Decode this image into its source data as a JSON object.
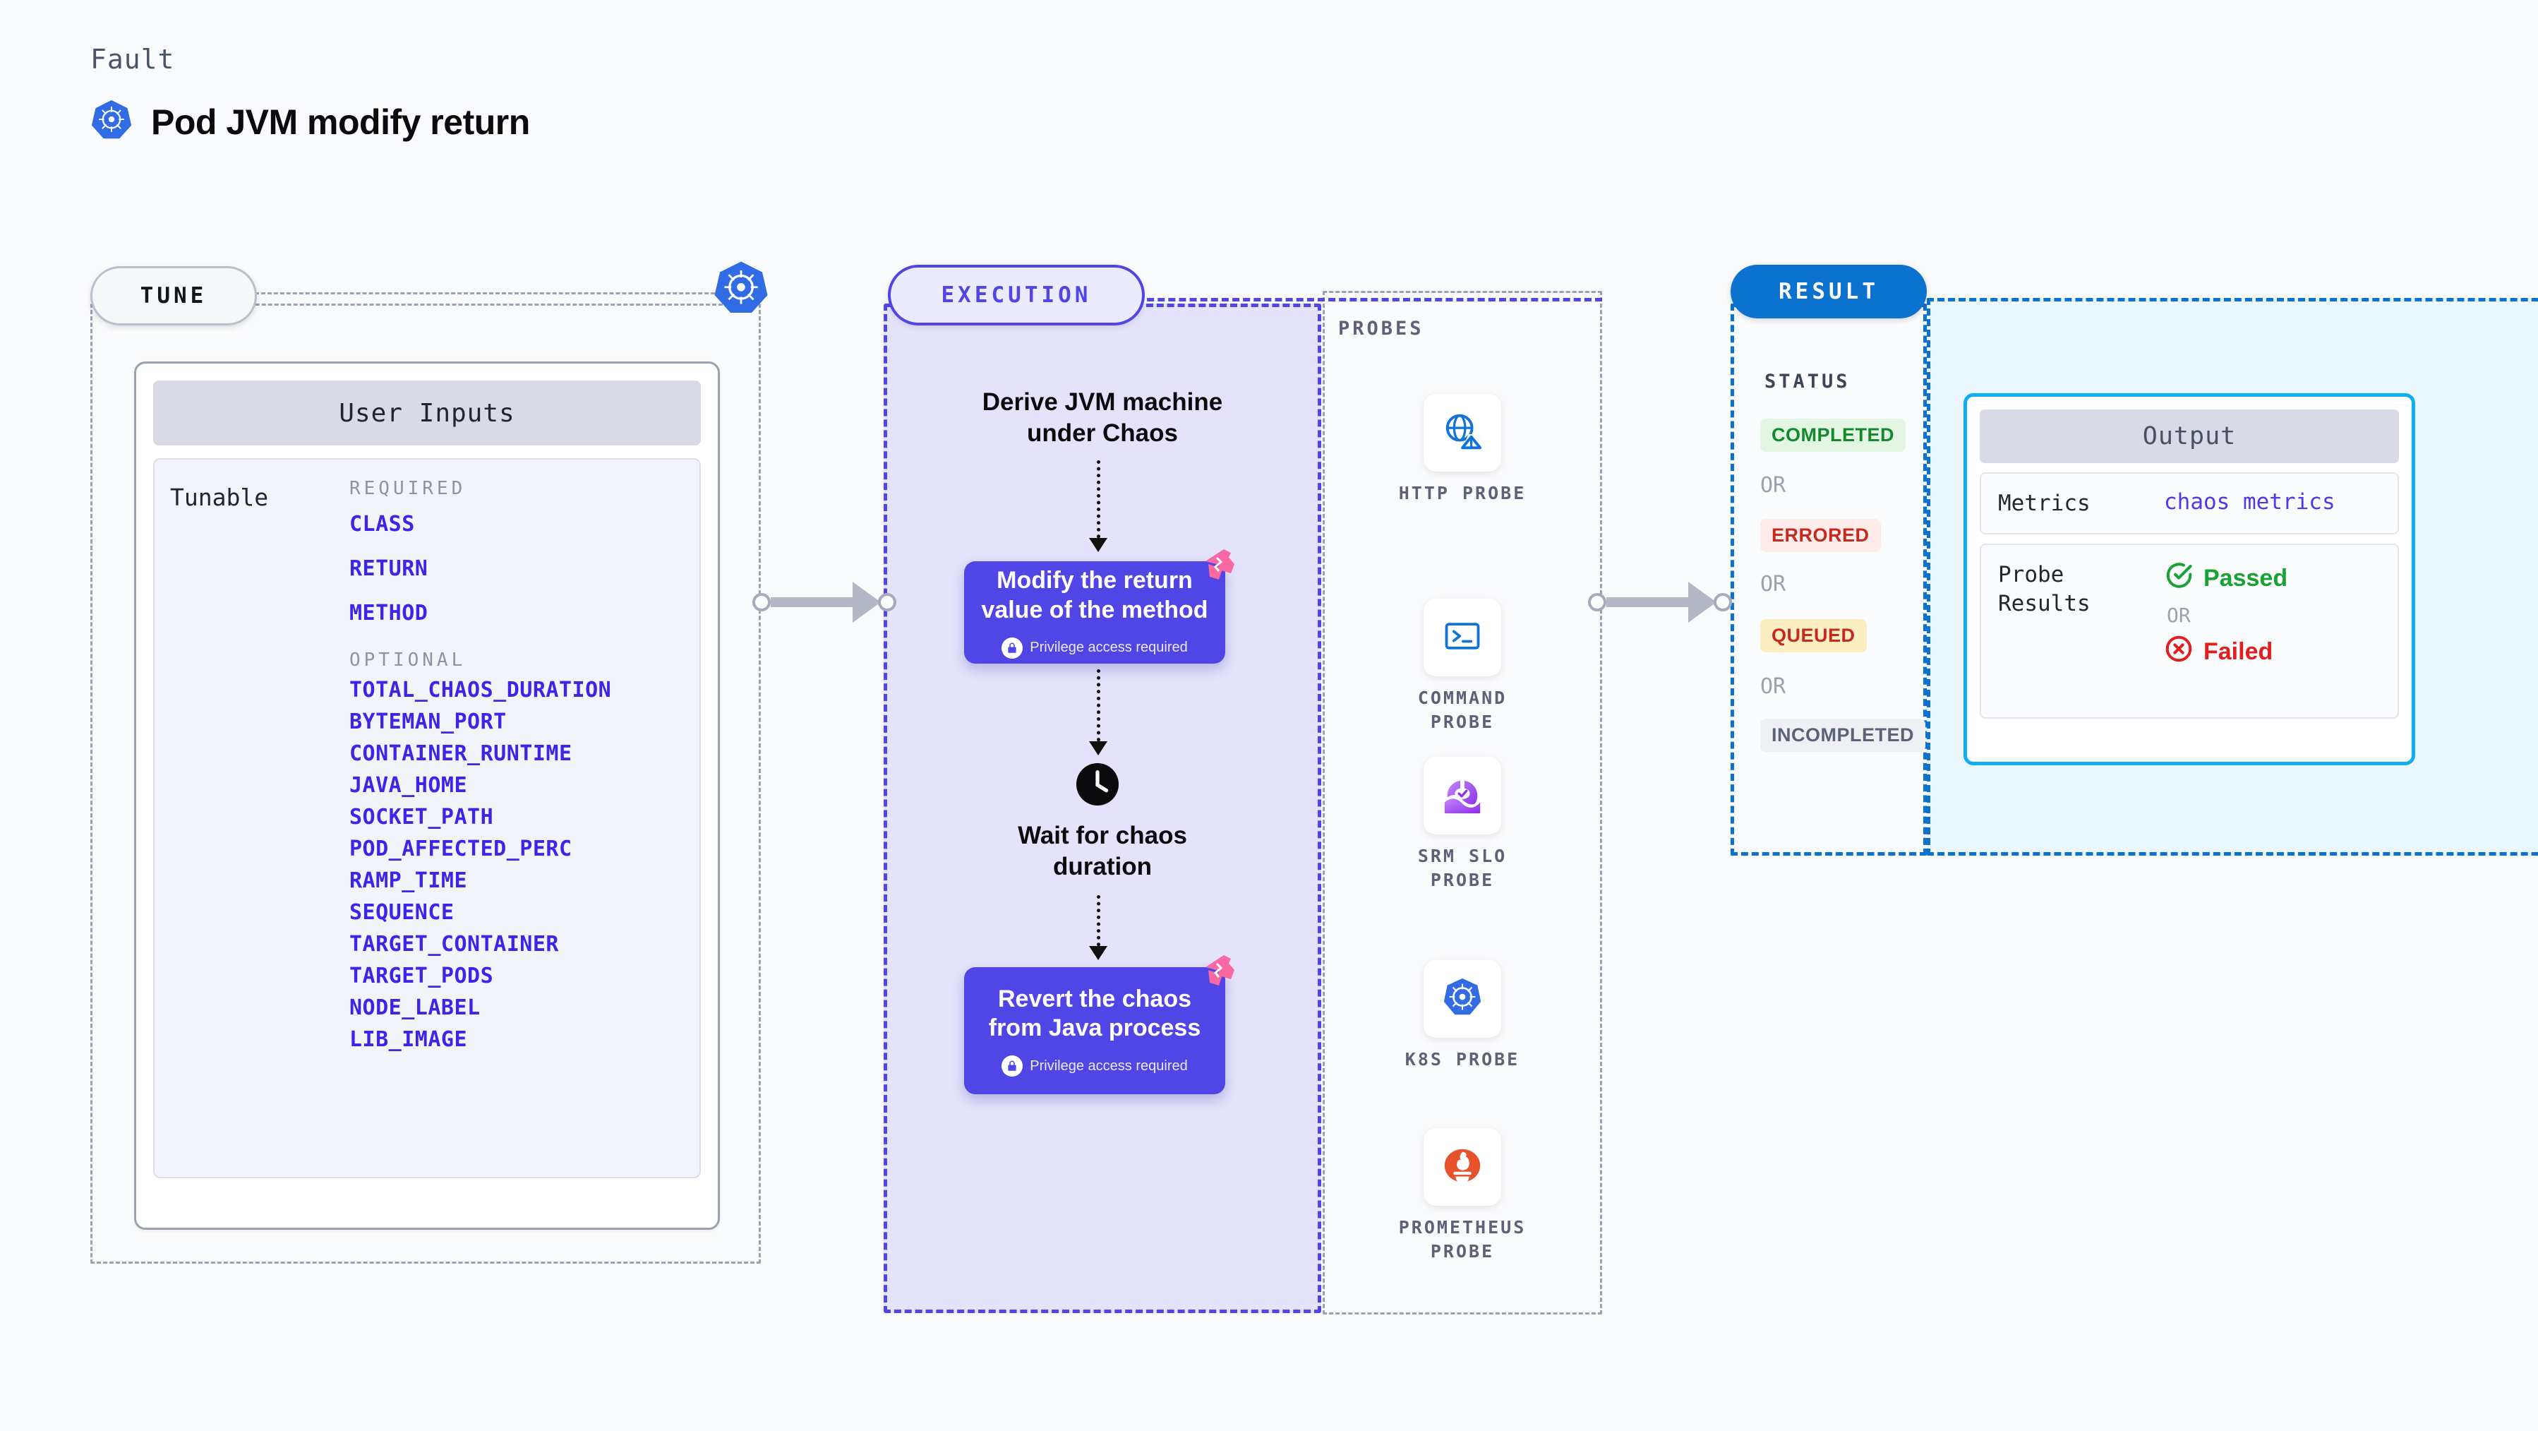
{
  "header": {
    "eyebrow": "Fault",
    "title": "Pod JVM modify return",
    "icon": "kubernetes-icon"
  },
  "tune": {
    "badge": "TUNE",
    "card_title": "User Inputs",
    "tunable_label": "Tunable",
    "required_title": "REQUIRED",
    "required": [
      "CLASS",
      "RETURN",
      "METHOD"
    ],
    "optional_title": "OPTIONAL",
    "optional": [
      "TOTAL_CHAOS_DURATION",
      "BYTEMAN_PORT",
      "CONTAINER_RUNTIME",
      "JAVA_HOME",
      "SOCKET_PATH",
      "POD_AFFECTED_PERC",
      "RAMP_TIME",
      "SEQUENCE",
      "TARGET_CONTAINER",
      "TARGET_PODS",
      "NODE_LABEL",
      "LIB_IMAGE"
    ],
    "accent_color": "#3a25e8"
  },
  "execution": {
    "badge": "EXECUTION",
    "step_1_text": "Derive JVM machine\nunder Chaos",
    "action_1": {
      "title": "Modify the return\nvalue of the method",
      "privilege": "Privilege access required",
      "badge_icon": "litmus-chaos-icon",
      "lock_icon": "lock-icon"
    },
    "wait_text": "Wait for chaos\nduration",
    "wait_icon": "clock-icon",
    "action_2": {
      "title": "Revert the chaos\nfrom Java process",
      "privilege": "Privilege access required",
      "badge_icon": "litmus-chaos-icon",
      "lock_icon": "lock-icon"
    },
    "panel_color": "#4f46e5",
    "panel_fill": "#e4e3fb"
  },
  "probes": {
    "title": "PROBES",
    "items": [
      {
        "label": "HTTP PROBE",
        "icon": "globe-warning-icon"
      },
      {
        "label": "COMMAND\nPROBE",
        "icon": "terminal-icon"
      },
      {
        "label": "SRM SLO\nPROBE",
        "icon": "srm-slo-icon"
      },
      {
        "label": "K8S PROBE",
        "icon": "kubernetes-icon"
      },
      {
        "label": "PROMETHEUS\nPROBE",
        "icon": "prometheus-icon"
      }
    ]
  },
  "result": {
    "badge": "RESULT",
    "status_title": "STATUS",
    "or_label": "OR",
    "statuses": [
      {
        "label": "COMPLETED",
        "text_color": "#14892c",
        "bg_color": "#e2f6e3"
      },
      {
        "label": "ERRORED",
        "text_color": "#c62a1f",
        "bg_color": "#fdecea"
      },
      {
        "label": "QUEUED",
        "text_color": "#c62a1f",
        "bg_color": "#fbeec2"
      },
      {
        "label": "INCOMPLETED",
        "text_color": "#5c6277",
        "bg_color": "#eef0f4"
      }
    ],
    "output": {
      "title": "Output",
      "metrics_key": "Metrics",
      "metrics_value": "chaos metrics",
      "probe_results_key": "Probe\nResults",
      "passed_label": "Passed",
      "failed_label": "Failed",
      "or_label": "OR",
      "passed_icon": "check-circle-icon",
      "failed_icon": "x-circle-icon",
      "passed_color": "#18a233",
      "failed_color": "#e21f1f",
      "border_color": "#10aeef"
    }
  },
  "connectors": {
    "tune_to_execution": "arrow-right",
    "probes_to_result": "arrow-right"
  }
}
